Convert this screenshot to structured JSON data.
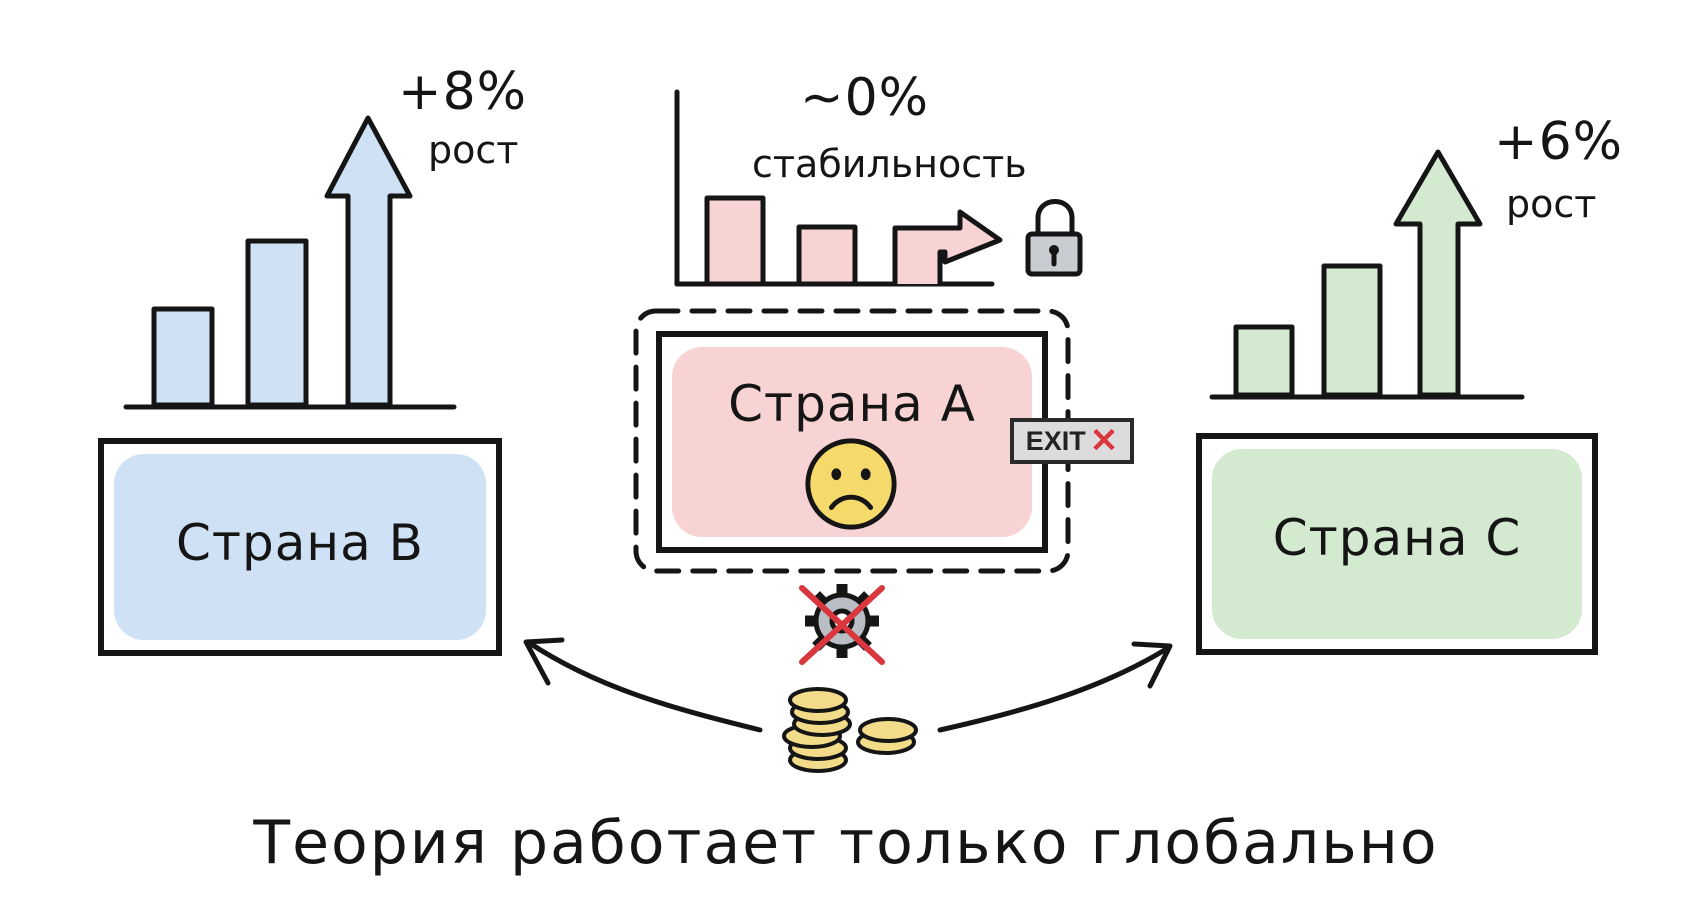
{
  "countries": {
    "a": {
      "name": "Страна А",
      "trend": "~0%",
      "note": "стабильность",
      "fill_color": "#f8d3d3",
      "bars": [
        0.8,
        0.55,
        0.45
      ]
    },
    "b": {
      "name": "Страна В",
      "trend": "+8%",
      "note": "рост",
      "fill_color": "#cfe1f5",
      "bars": [
        0.33,
        0.57,
        1.0
      ]
    },
    "c": {
      "name": "Страна С",
      "trend": "+6%",
      "note": "рост",
      "fill_color": "#d4ead0",
      "bars": [
        0.3,
        0.55,
        1.0
      ]
    }
  },
  "exit_sign": {
    "label": "EXIT",
    "mark": "✕"
  },
  "icons": [
    "lock-icon",
    "sad-face-icon",
    "crossed-gear-icon",
    "coins-icon",
    "arrow-up-icon"
  ],
  "caption": "Теория работает только глобально",
  "colors": {
    "ink": "#151515",
    "red": "#d9363e",
    "gold": "#f2dc8a"
  }
}
